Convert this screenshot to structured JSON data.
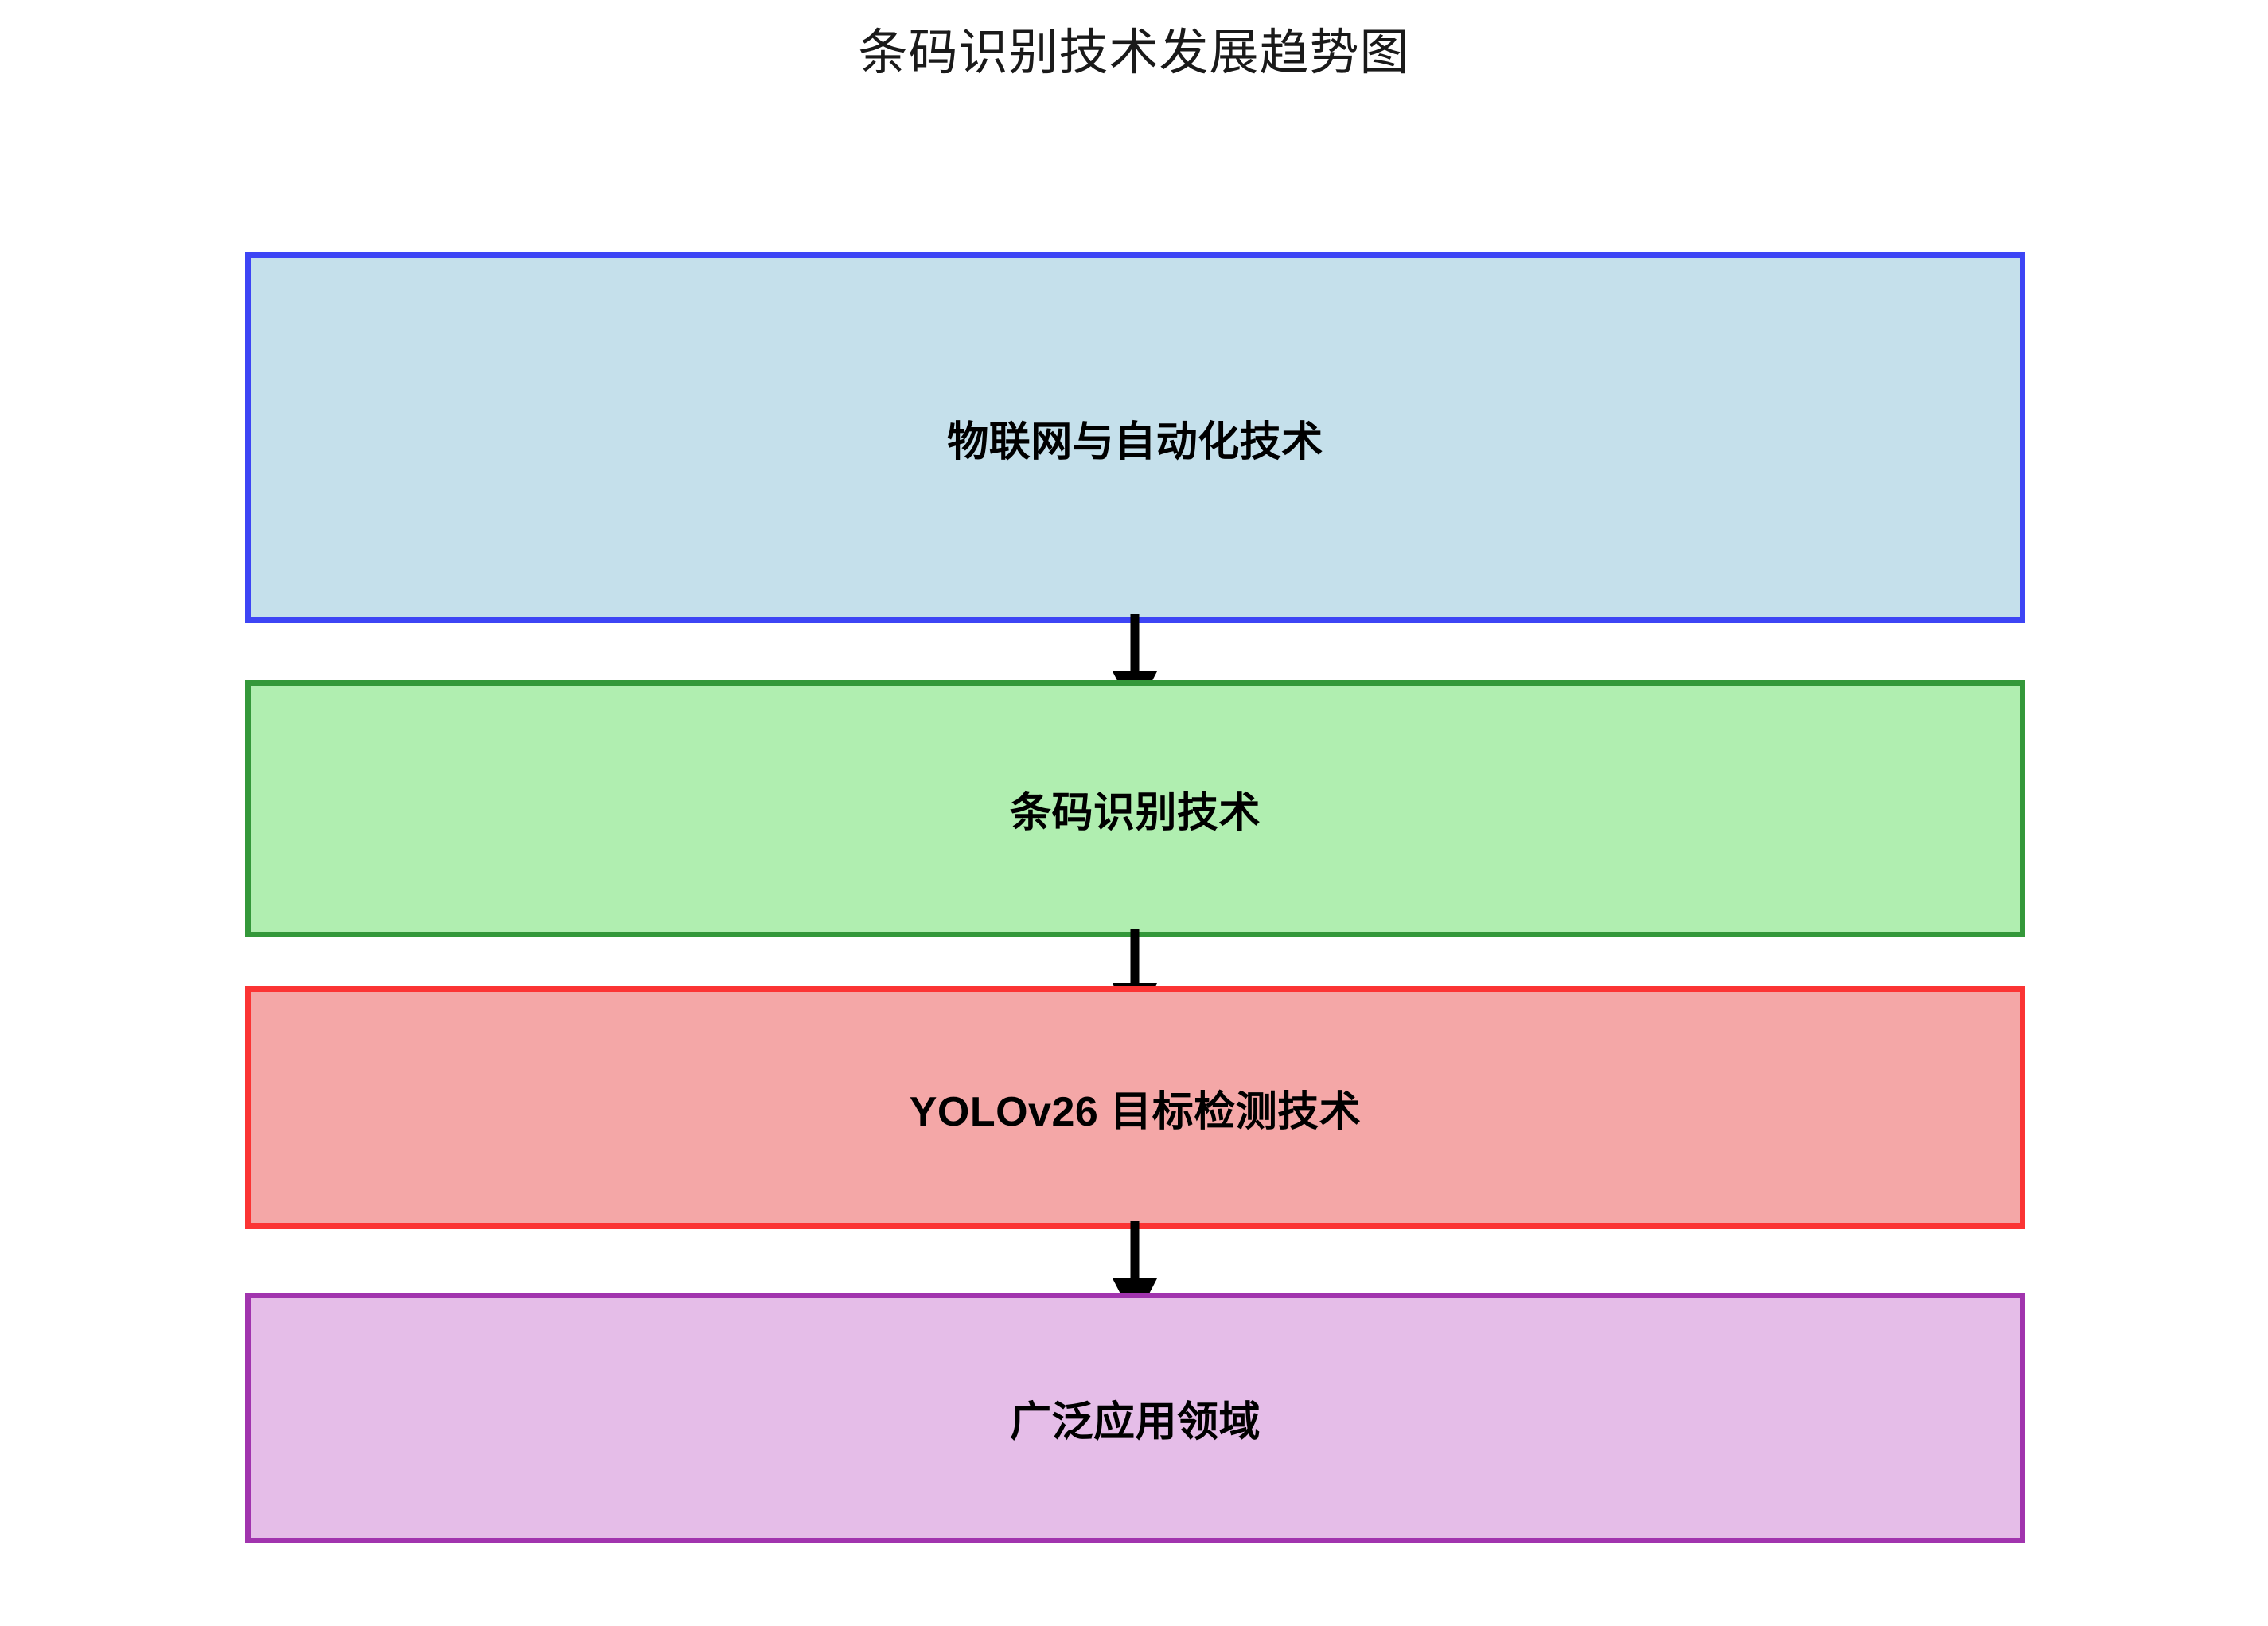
{
  "title": "条码识别技术发展趋势图",
  "diagram": {
    "type": "flowchart",
    "direction": "top-to-bottom",
    "background": "#ffffff",
    "nodes": [
      {
        "id": "iot",
        "label": "物联网与自动化技术",
        "fill": "#c5e0eb",
        "border": "#3d45f5",
        "text_color": "#000000"
      },
      {
        "id": "barcode",
        "label": "条码识别技术",
        "fill": "#b0eeb0",
        "border": "#34983a",
        "text_color": "#000000"
      },
      {
        "id": "yolo",
        "label": "YOLOv26 目标检测技术",
        "fill": "#f4a7a7",
        "border": "#fb3434",
        "text_color": "#000000"
      },
      {
        "id": "apps",
        "label": "广泛应用领域",
        "fill": "#e5bde8",
        "border": "#a134ae",
        "text_color": "#000000"
      }
    ],
    "edges": [
      {
        "id": "edge-1",
        "from": "iot",
        "to": "barcode",
        "label": "",
        "color": "#000000",
        "arrow": "filled-triangle"
      },
      {
        "id": "edge-2",
        "from": "barcode",
        "to": "yolo",
        "label": "",
        "color": "#000000",
        "arrow": "filled-triangle"
      },
      {
        "id": "edge-3",
        "from": "yolo",
        "to": "apps",
        "label": "",
        "color": "#000000",
        "arrow": "filled-triangle"
      }
    ]
  }
}
